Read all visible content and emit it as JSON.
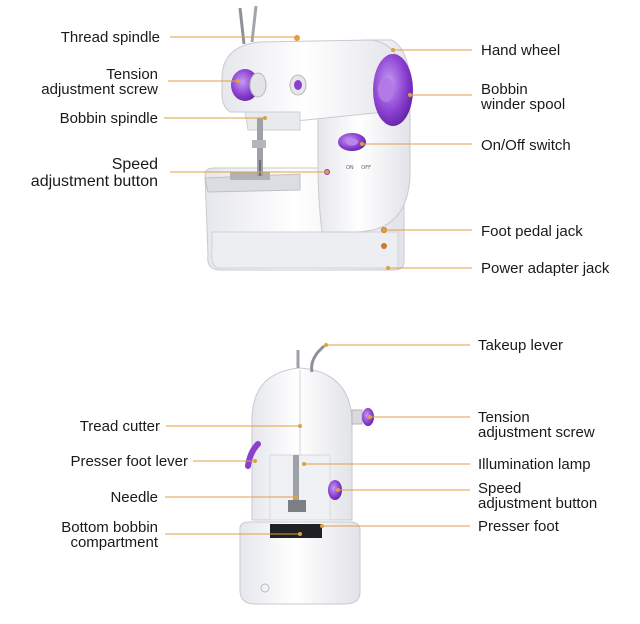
{
  "top_view": {
    "labels_left": [
      {
        "id": "thread-spindle",
        "lines": [
          "Thread spindle"
        ]
      },
      {
        "id": "tension-adjustment-screw",
        "lines": [
          "Tension",
          "adjustment screw"
        ]
      },
      {
        "id": "bobbin-spindle",
        "lines": [
          "Bobbin spindle"
        ]
      },
      {
        "id": "speed-adjustment-button",
        "lines": [
          "Speed",
          "adjustment button"
        ]
      }
    ],
    "labels_right": [
      {
        "id": "hand-wheel",
        "lines": [
          "Hand wheel"
        ]
      },
      {
        "id": "bobbin-winder-spool",
        "lines": [
          "Bobbin",
          "winder spool"
        ]
      },
      {
        "id": "on-off-switch",
        "lines": [
          "On/Off switch"
        ]
      },
      {
        "id": "foot-pedal-jack",
        "lines": [
          "Foot pedal jack"
        ]
      },
      {
        "id": "power-adapter-jack",
        "lines": [
          "Power adapter jack"
        ]
      }
    ]
  },
  "side_view": {
    "labels_left": [
      {
        "id": "tread-cutter",
        "lines": [
          "Tread cutter"
        ]
      },
      {
        "id": "presser-foot-lever",
        "lines": [
          "Presser foot lever"
        ]
      },
      {
        "id": "needle",
        "lines": [
          "Needle"
        ]
      },
      {
        "id": "bottom-bobbin-compartment",
        "lines": [
          "Bottom bobbin",
          "compartment"
        ]
      }
    ],
    "labels_right": [
      {
        "id": "takeup-lever",
        "lines": [
          "Takeup lever"
        ]
      },
      {
        "id": "tension-adjustment-screw-2",
        "lines": [
          "Tension",
          "adjustment screw"
        ]
      },
      {
        "id": "illumination-lamp",
        "lines": [
          "Illumination lamp"
        ]
      },
      {
        "id": "speed-adjustment-button-2",
        "lines": [
          "Speed",
          "adjustment button"
        ]
      },
      {
        "id": "presser-foot",
        "lines": [
          "Presser foot"
        ]
      }
    ]
  },
  "switch_marks": [
    "ON",
    "OFF"
  ],
  "colors": {
    "accent": "#8a3fd1",
    "leader": "#e0a040",
    "machine_body": "#f4f4f6",
    "machine_shadow": "#d9dadf"
  }
}
